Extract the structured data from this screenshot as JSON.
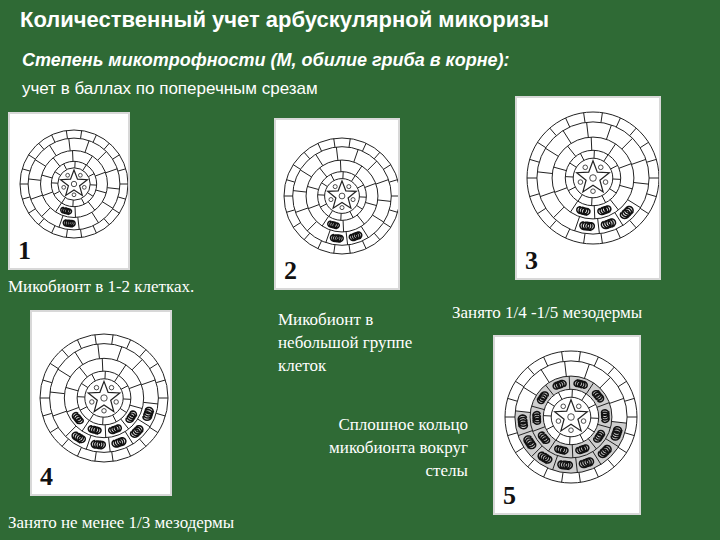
{
  "diagram": {
    "title": "Количественный учет арбускулярной микоризы",
    "nodes": [
      {
        "text": [
          "1"
        ]
      },
      {
        "text": [
          "2"
        ]
      },
      {
        "text": [
          "3"
        ]
      },
      {
        "text": [
          "4"
        ]
      },
      {
        "text": [
          "5"
        ]
      }
    ],
    "labels": [
      "Степень микотрофности (М, обилие гриба в корне):",
      "учет в баллах по поперечным срезам",
      "Микобионт в 1-2 клетках.",
      "Микобионт в небольшой группе клеток",
      "Занято 1/4 -1/5 мезодермы",
      "Сплошное кольцо микобионта вокруг стелы",
      "Занято не менее 1/3 мезодермы"
    ]
  }
}
